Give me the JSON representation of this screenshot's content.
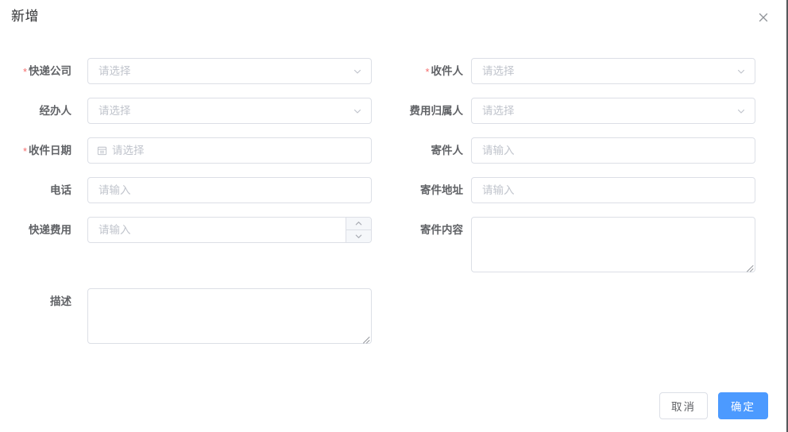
{
  "dialog": {
    "title": "新增",
    "close_icon": "close-icon"
  },
  "form": {
    "left_column": [
      {
        "key": "express_company",
        "label": "快递公司",
        "required": true,
        "type": "select",
        "placeholder": "请选择",
        "value": ""
      },
      {
        "key": "handler",
        "label": "经办人",
        "required": false,
        "type": "select",
        "placeholder": "请选择",
        "value": ""
      },
      {
        "key": "receive_date",
        "label": "收件日期",
        "required": true,
        "type": "date",
        "placeholder": "请选择",
        "value": "",
        "icon": "calendar-icon"
      },
      {
        "key": "phone",
        "label": "电话",
        "required": false,
        "type": "text",
        "placeholder": "请输入",
        "value": ""
      },
      {
        "key": "express_fee",
        "label": "快递费用",
        "required": false,
        "type": "number",
        "placeholder": "请输入",
        "value": ""
      }
    ],
    "right_column": [
      {
        "key": "receiver",
        "label": "收件人",
        "required": true,
        "type": "select",
        "placeholder": "请选择",
        "value": ""
      },
      {
        "key": "fee_owner",
        "label": "费用归属人",
        "required": false,
        "type": "select",
        "placeholder": "请选择",
        "value": ""
      },
      {
        "key": "sender",
        "label": "寄件人",
        "required": false,
        "type": "text",
        "placeholder": "请输入",
        "value": ""
      },
      {
        "key": "send_address",
        "label": "寄件地址",
        "required": false,
        "type": "text",
        "placeholder": "请输入",
        "value": ""
      }
    ],
    "send_content": {
      "key": "send_content",
      "label": "寄件内容",
      "required": false,
      "type": "textarea",
      "placeholder": "",
      "value": ""
    },
    "description": {
      "key": "description",
      "label": "描述",
      "required": false,
      "type": "textarea",
      "placeholder": "",
      "value": ""
    },
    "required_marker": "*"
  },
  "footer": {
    "cancel_label": "取消",
    "confirm_label": "确定"
  },
  "colors": {
    "primary": "#4c9aff",
    "required": "#f56c6c",
    "border": "#dcdfe6",
    "label_text": "#606266",
    "placeholder_text": "#c0c4cc",
    "title_text": "#303133"
  }
}
